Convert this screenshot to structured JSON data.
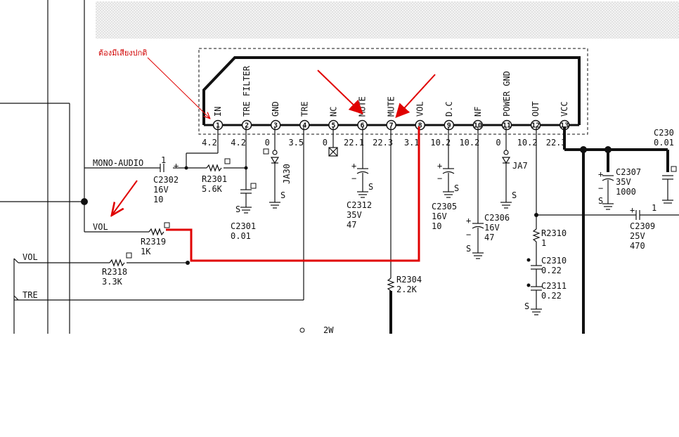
{
  "annotation": "ต้องมีเสียงปกติ",
  "ic": {
    "pins": [
      {
        "num": "1",
        "name": "IN",
        "voltage": "4.2"
      },
      {
        "num": "2",
        "name": "TRE FILTER",
        "voltage": "4.2"
      },
      {
        "num": "3",
        "name": "GND",
        "voltage": "0"
      },
      {
        "num": "4",
        "name": "TRE",
        "voltage": "3.5"
      },
      {
        "num": "5",
        "name": "NC",
        "voltage": "0"
      },
      {
        "num": "6",
        "name": "MUTE",
        "voltage": "22.1"
      },
      {
        "num": "7",
        "name": "MUTE",
        "voltage": "22.3"
      },
      {
        "num": "8",
        "name": "VOL",
        "voltage": "3.1"
      },
      {
        "num": "9",
        "name": "D.C",
        "voltage": "10.2"
      },
      {
        "num": "10",
        "name": "NF",
        "voltage": "10.2"
      },
      {
        "num": "11",
        "name": "POWER GND",
        "voltage": "0"
      },
      {
        "num": "12",
        "name": "OUT",
        "voltage": "10.2"
      },
      {
        "num": "13",
        "name": "VCC",
        "voltage": "22.3"
      }
    ]
  },
  "nets": {
    "mono_audio": "MONO-AUDIO",
    "vol_left": "VOL",
    "vol": "VOL",
    "tre": "TRE"
  },
  "components": {
    "c2302": {
      "name": "C2302",
      "v": "16V",
      "val": "10"
    },
    "r2301": {
      "name": "R2301",
      "val": "5.6K"
    },
    "c2301": {
      "name": "C2301",
      "val": "0.01"
    },
    "ja30": {
      "name": "JA30"
    },
    "c2312": {
      "name": "C2312",
      "v": "35V",
      "val": "47"
    },
    "r2304": {
      "name": "R2304",
      "val": "2.2K"
    },
    "c2305": {
      "name": "C2305",
      "v": "16V",
      "val": "10"
    },
    "c2306": {
      "name": "C2306",
      "v": "16V",
      "val": "47"
    },
    "ja7": {
      "name": "JA7"
    },
    "r2310": {
      "name": "R2310",
      "val": "1"
    },
    "c2310": {
      "name": "C2310",
      "val": "0.22"
    },
    "c2311": {
      "name": "C2311",
      "val": "0.22"
    },
    "c2307": {
      "name": "C2307",
      "v": "35V",
      "val": "1000"
    },
    "c2309": {
      "name": "C2309",
      "v": "25V",
      "val": "470"
    },
    "c230x": {
      "name": "C230",
      "val": "0.01"
    },
    "r2319": {
      "name": "R2319",
      "val": "1K"
    },
    "r2318": {
      "name": "R2318",
      "val": "3.3K"
    }
  },
  "labels": {
    "ground": "S",
    "plus": "+",
    "minus": "−",
    "one": "1",
    "bottom_note": "2W"
  },
  "colors": {
    "wire": "#111111",
    "highlight": "#e00000",
    "hatch": "#cccccc"
  }
}
